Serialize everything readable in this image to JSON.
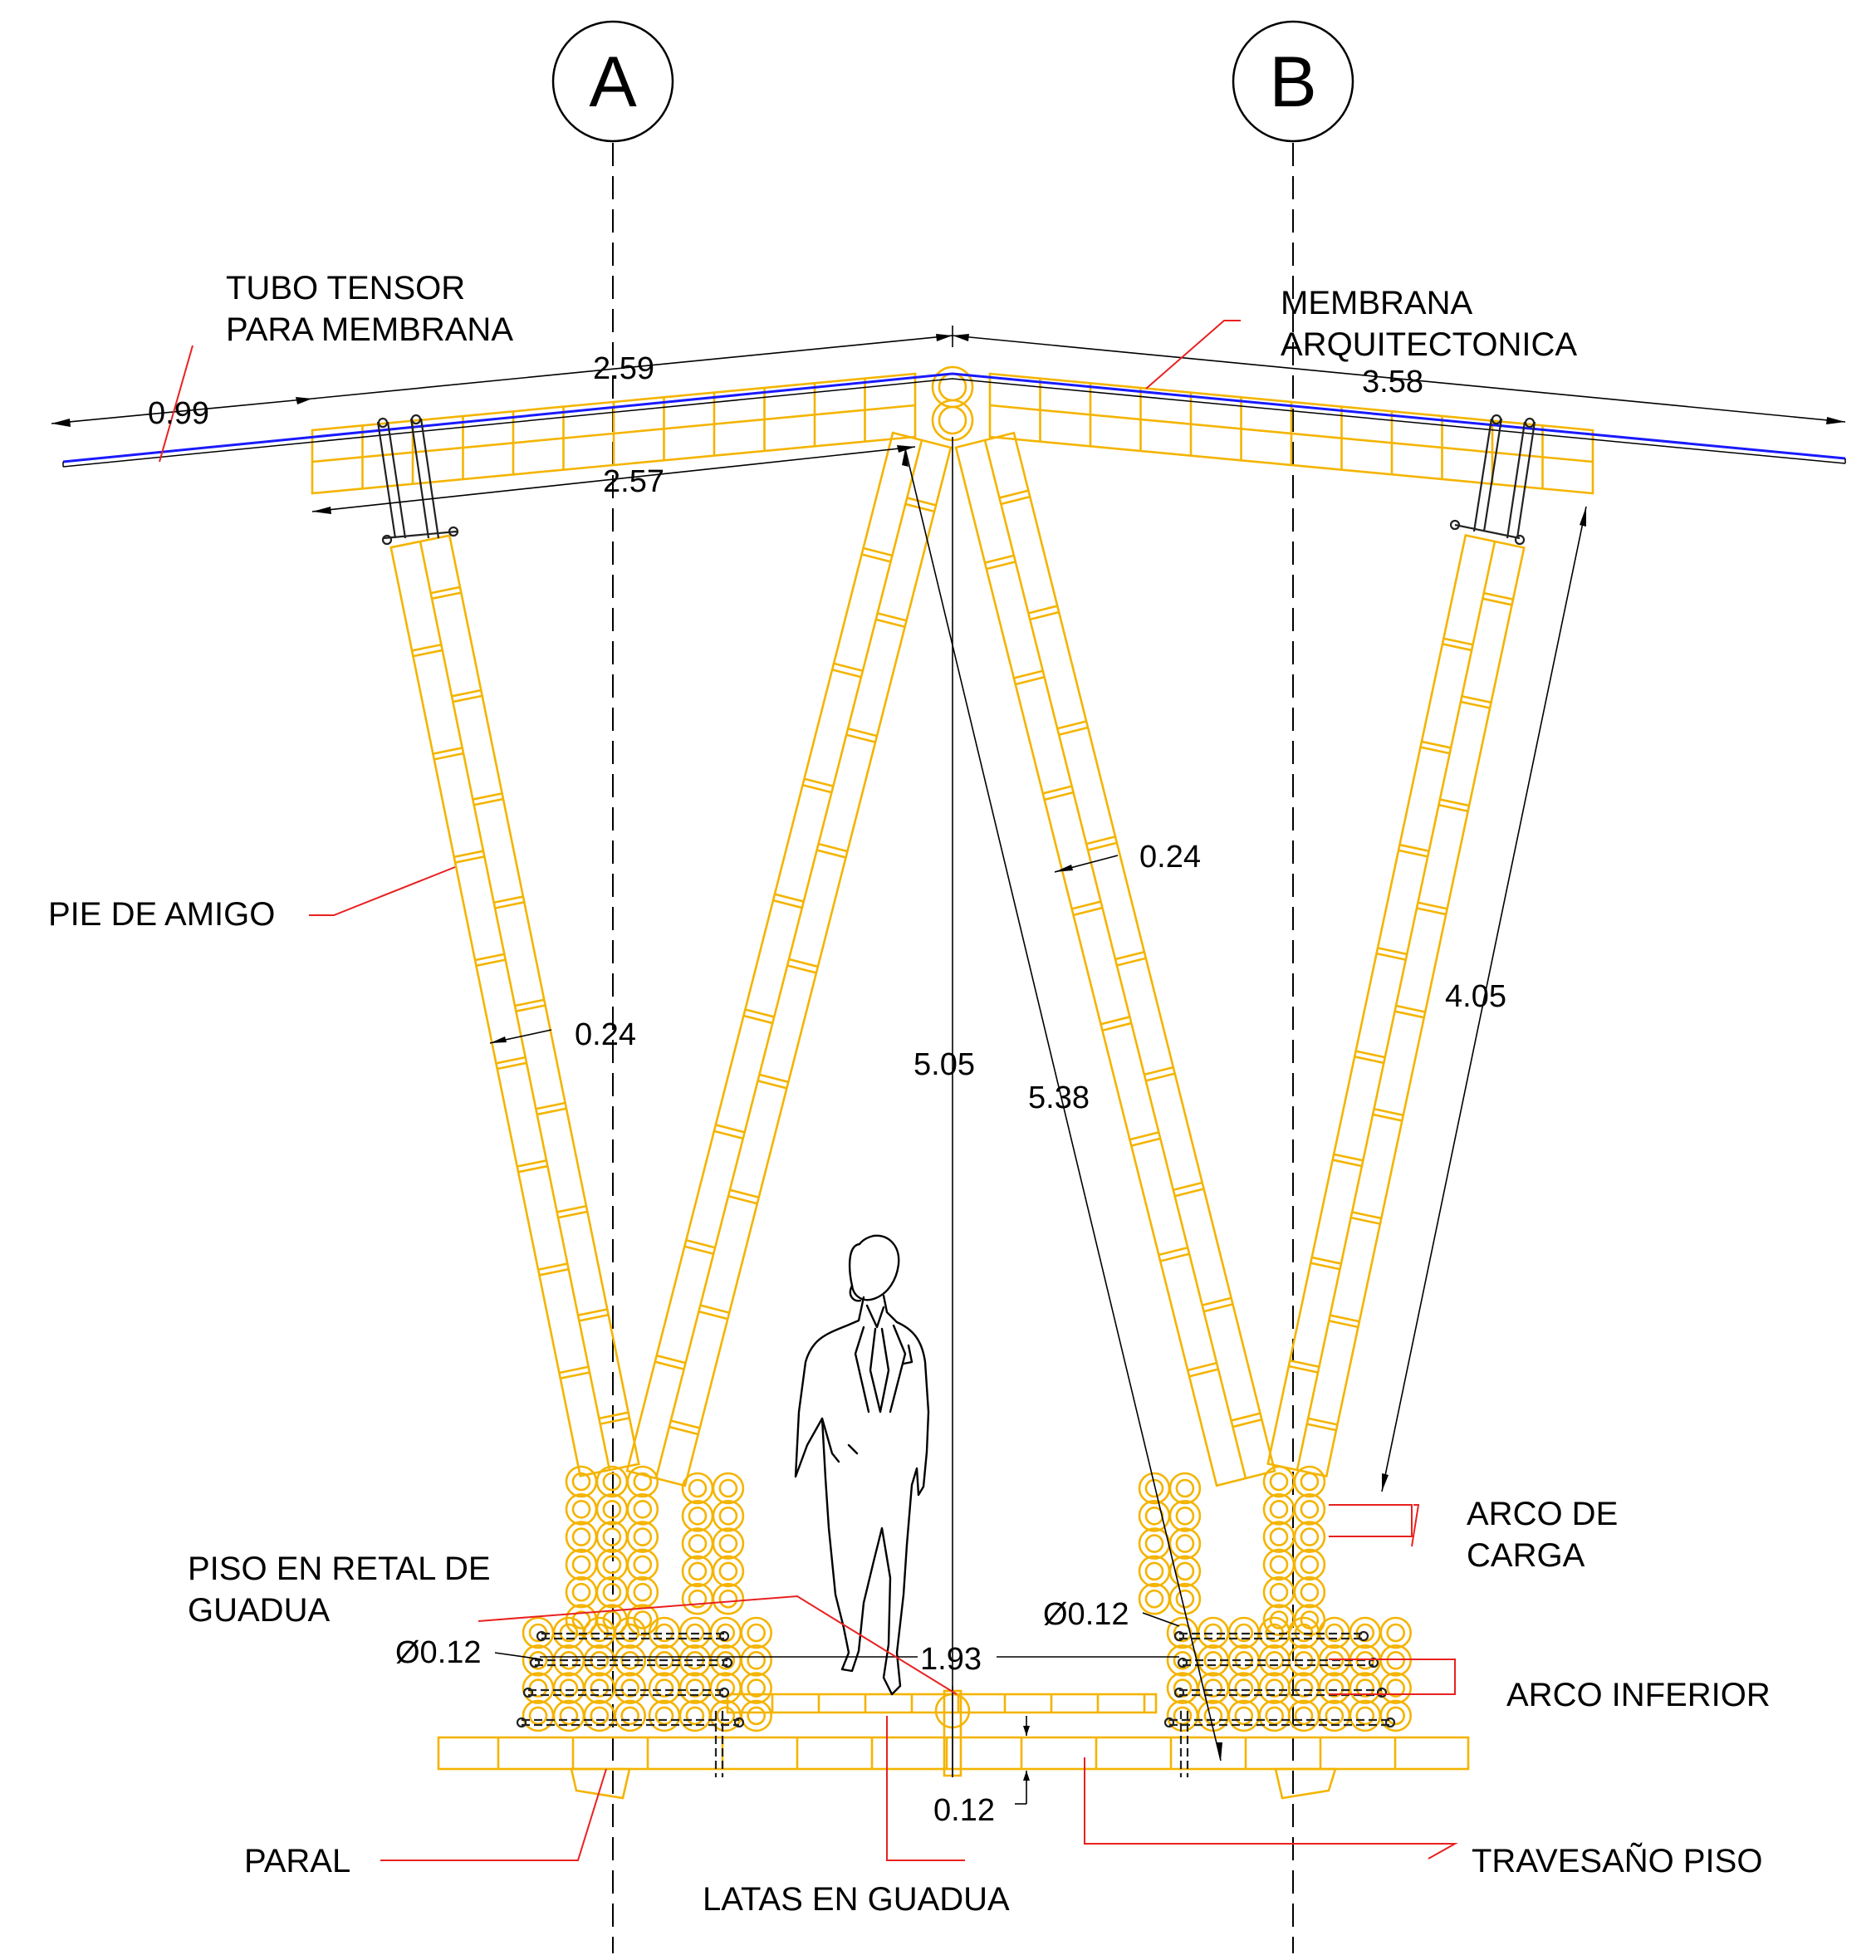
{
  "grid_axes": {
    "a": "A",
    "b": "B"
  },
  "labels": {
    "tubo_tensor_1": "TUBO TENSOR",
    "tubo_tensor_2": "PARA MEMBRANA",
    "membrana_1": "MEMBRANA",
    "membrana_2": "ARQUITECTONICA",
    "pie_de_amigo": "PIE DE AMIGO",
    "arco_carga_1": "ARCO DE",
    "arco_carga_2": "CARGA",
    "piso_retal_1": "PISO EN RETAL DE",
    "piso_retal_2": "GUADUA",
    "arco_inferior": "ARCO INFERIOR",
    "paral": "PARAL",
    "latas": "LATAS EN GUADUA",
    "travesano": "TRAVESAÑO PISO"
  },
  "dimensions": {
    "cantilever": "0.99",
    "roof_left_top": "2.59",
    "roof_left_bottom": "2.57",
    "roof_right": "3.58",
    "section_left": "0.24",
    "section_right": "0.24",
    "height": "5.05",
    "diagonal": "5.38",
    "brace_length": "4.05",
    "floor_span": "1.93",
    "floor_thickness": "0.12",
    "diameter_left": "Ø0.12",
    "diameter_right": "Ø0.12"
  },
  "colors": {
    "bamboo": "#f4b400",
    "membrane": "#1a1aff",
    "leader": "#e8211f",
    "line": "#000000"
  }
}
